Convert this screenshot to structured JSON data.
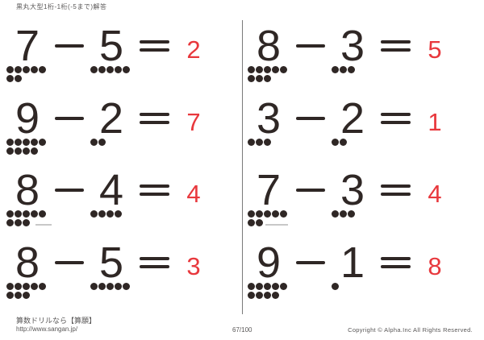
{
  "header": {
    "title": "黒丸大型1桁-1桁(-5まで)解答"
  },
  "colors": {
    "ink": "#2f2725",
    "answer_red": "#e8383d",
    "divider_gray": "#7a7a7a",
    "muted_text": "#595757"
  },
  "problems": [
    {
      "minuend": 7,
      "subtrahend": 5,
      "answer": 2
    },
    {
      "minuend": 9,
      "subtrahend": 2,
      "answer": 7
    },
    {
      "minuend": 8,
      "subtrahend": 4,
      "answer": 4
    },
    {
      "minuend": 8,
      "subtrahend": 5,
      "answer": 3
    },
    {
      "minuend": 8,
      "subtrahend": 3,
      "answer": 5
    },
    {
      "minuend": 3,
      "subtrahend": 2,
      "answer": 1
    },
    {
      "minuend": 7,
      "subtrahend": 3,
      "answer": 4
    },
    {
      "minuend": 9,
      "subtrahend": 1,
      "answer": 8
    }
  ],
  "footer": {
    "site_name": "算数ドリルなら【算願】",
    "site_url": "http://www.sangan.jp/",
    "page_number": "67/100",
    "copyright": "Copyright © Alpha.Inc All Rights Reserved."
  }
}
